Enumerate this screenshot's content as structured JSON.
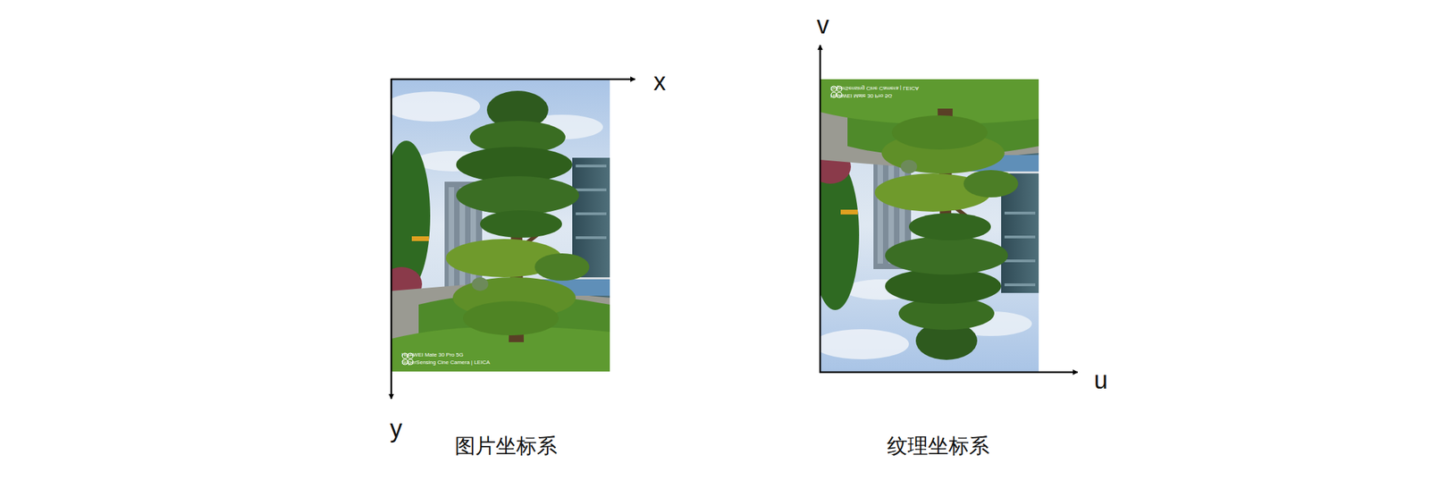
{
  "diagram": {
    "labels": [
      "x",
      "y",
      "图片坐标系",
      "HUAWEI Mate 30 Pro 5G",
      "SuperSensing Cine Camera | LEICA",
      "v",
      "u",
      "纹理坐标系",
      "SuperSensing Cine Camera | LEICA",
      "HUAWEI Mate 30 Pro 5G"
    ]
  }
}
